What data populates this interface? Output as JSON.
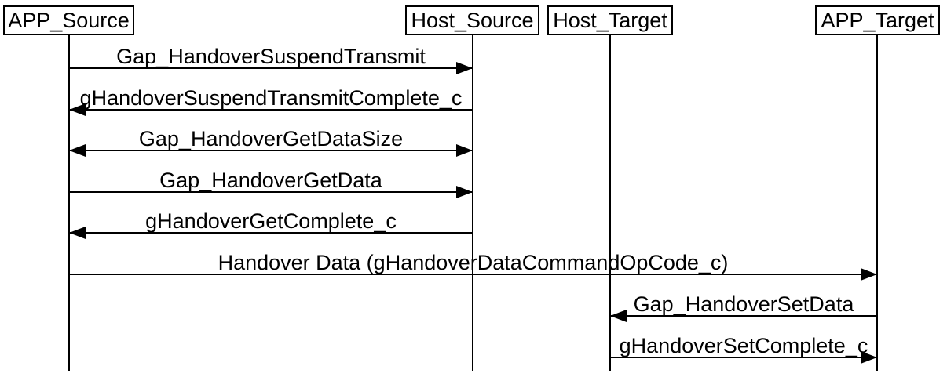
{
  "diagram": {
    "type": "sequence-diagram",
    "background_color": "#ffffff",
    "line_color": "#000000",
    "text_color": "#000000",
    "actors": [
      {
        "name": "APP_Source"
      },
      {
        "name": "Host_Source"
      },
      {
        "name": "Host_Target"
      },
      {
        "name": "APP_Target"
      }
    ],
    "messages": [
      {
        "label": "Gap_HandoverSuspendTransmit",
        "from": "APP_Source",
        "to": "Host_Source",
        "direction": "right"
      },
      {
        "label": "gHandoverSuspendTransmitComplete_c",
        "from": "Host_Source",
        "to": "APP_Source",
        "direction": "left"
      },
      {
        "label": "Gap_HandoverGetDataSize",
        "from": "APP_Source",
        "to": "Host_Source",
        "direction": "both"
      },
      {
        "label": "Gap_HandoverGetData",
        "from": "APP_Source",
        "to": "Host_Source",
        "direction": "right"
      },
      {
        "label": "gHandoverGetComplete_c",
        "from": "Host_Source",
        "to": "APP_Source",
        "direction": "left"
      },
      {
        "label": "Handover Data (gHandoverDataCommandOpCode_c)",
        "from": "APP_Source",
        "to": "APP_Target",
        "direction": "right"
      },
      {
        "label": "Gap_HandoverSetData",
        "from": "APP_Target",
        "to": "Host_Target",
        "direction": "left"
      },
      {
        "label": "gHandoverSetComplete_c",
        "from": "Host_Target",
        "to": "APP_Target",
        "direction": "right"
      }
    ]
  }
}
